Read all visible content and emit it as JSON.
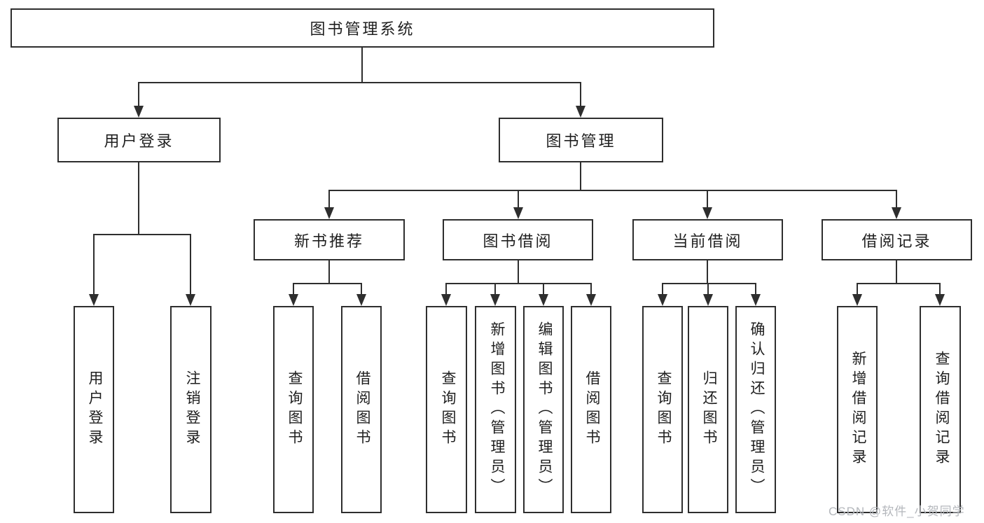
{
  "tree": {
    "root": "图书管理系统",
    "children": [
      {
        "label": "用户登录",
        "children": [
          "用户登录",
          "注销登录"
        ]
      },
      {
        "label": "图书管理",
        "children": [
          {
            "label": "新书推荐",
            "children": [
              "查询图书",
              "借阅图书"
            ]
          },
          {
            "label": "图书借阅",
            "children": [
              "查询图书",
              "新增图书（管理员）",
              "编辑图书（管理员）",
              "借阅图书"
            ]
          },
          {
            "label": "当前借阅",
            "children": [
              "查询图书",
              "归还图书",
              "确认归还（管理员）"
            ]
          },
          {
            "label": "借阅记录",
            "children": [
              "新增借阅记录",
              "查询借阅记录"
            ]
          }
        ]
      }
    ]
  },
  "watermark": "CSDN @软件_小贺同学",
  "colors": {
    "line": "#2e2e2e",
    "box_background": "#ffffff",
    "watermark": "#b4b7bc"
  }
}
